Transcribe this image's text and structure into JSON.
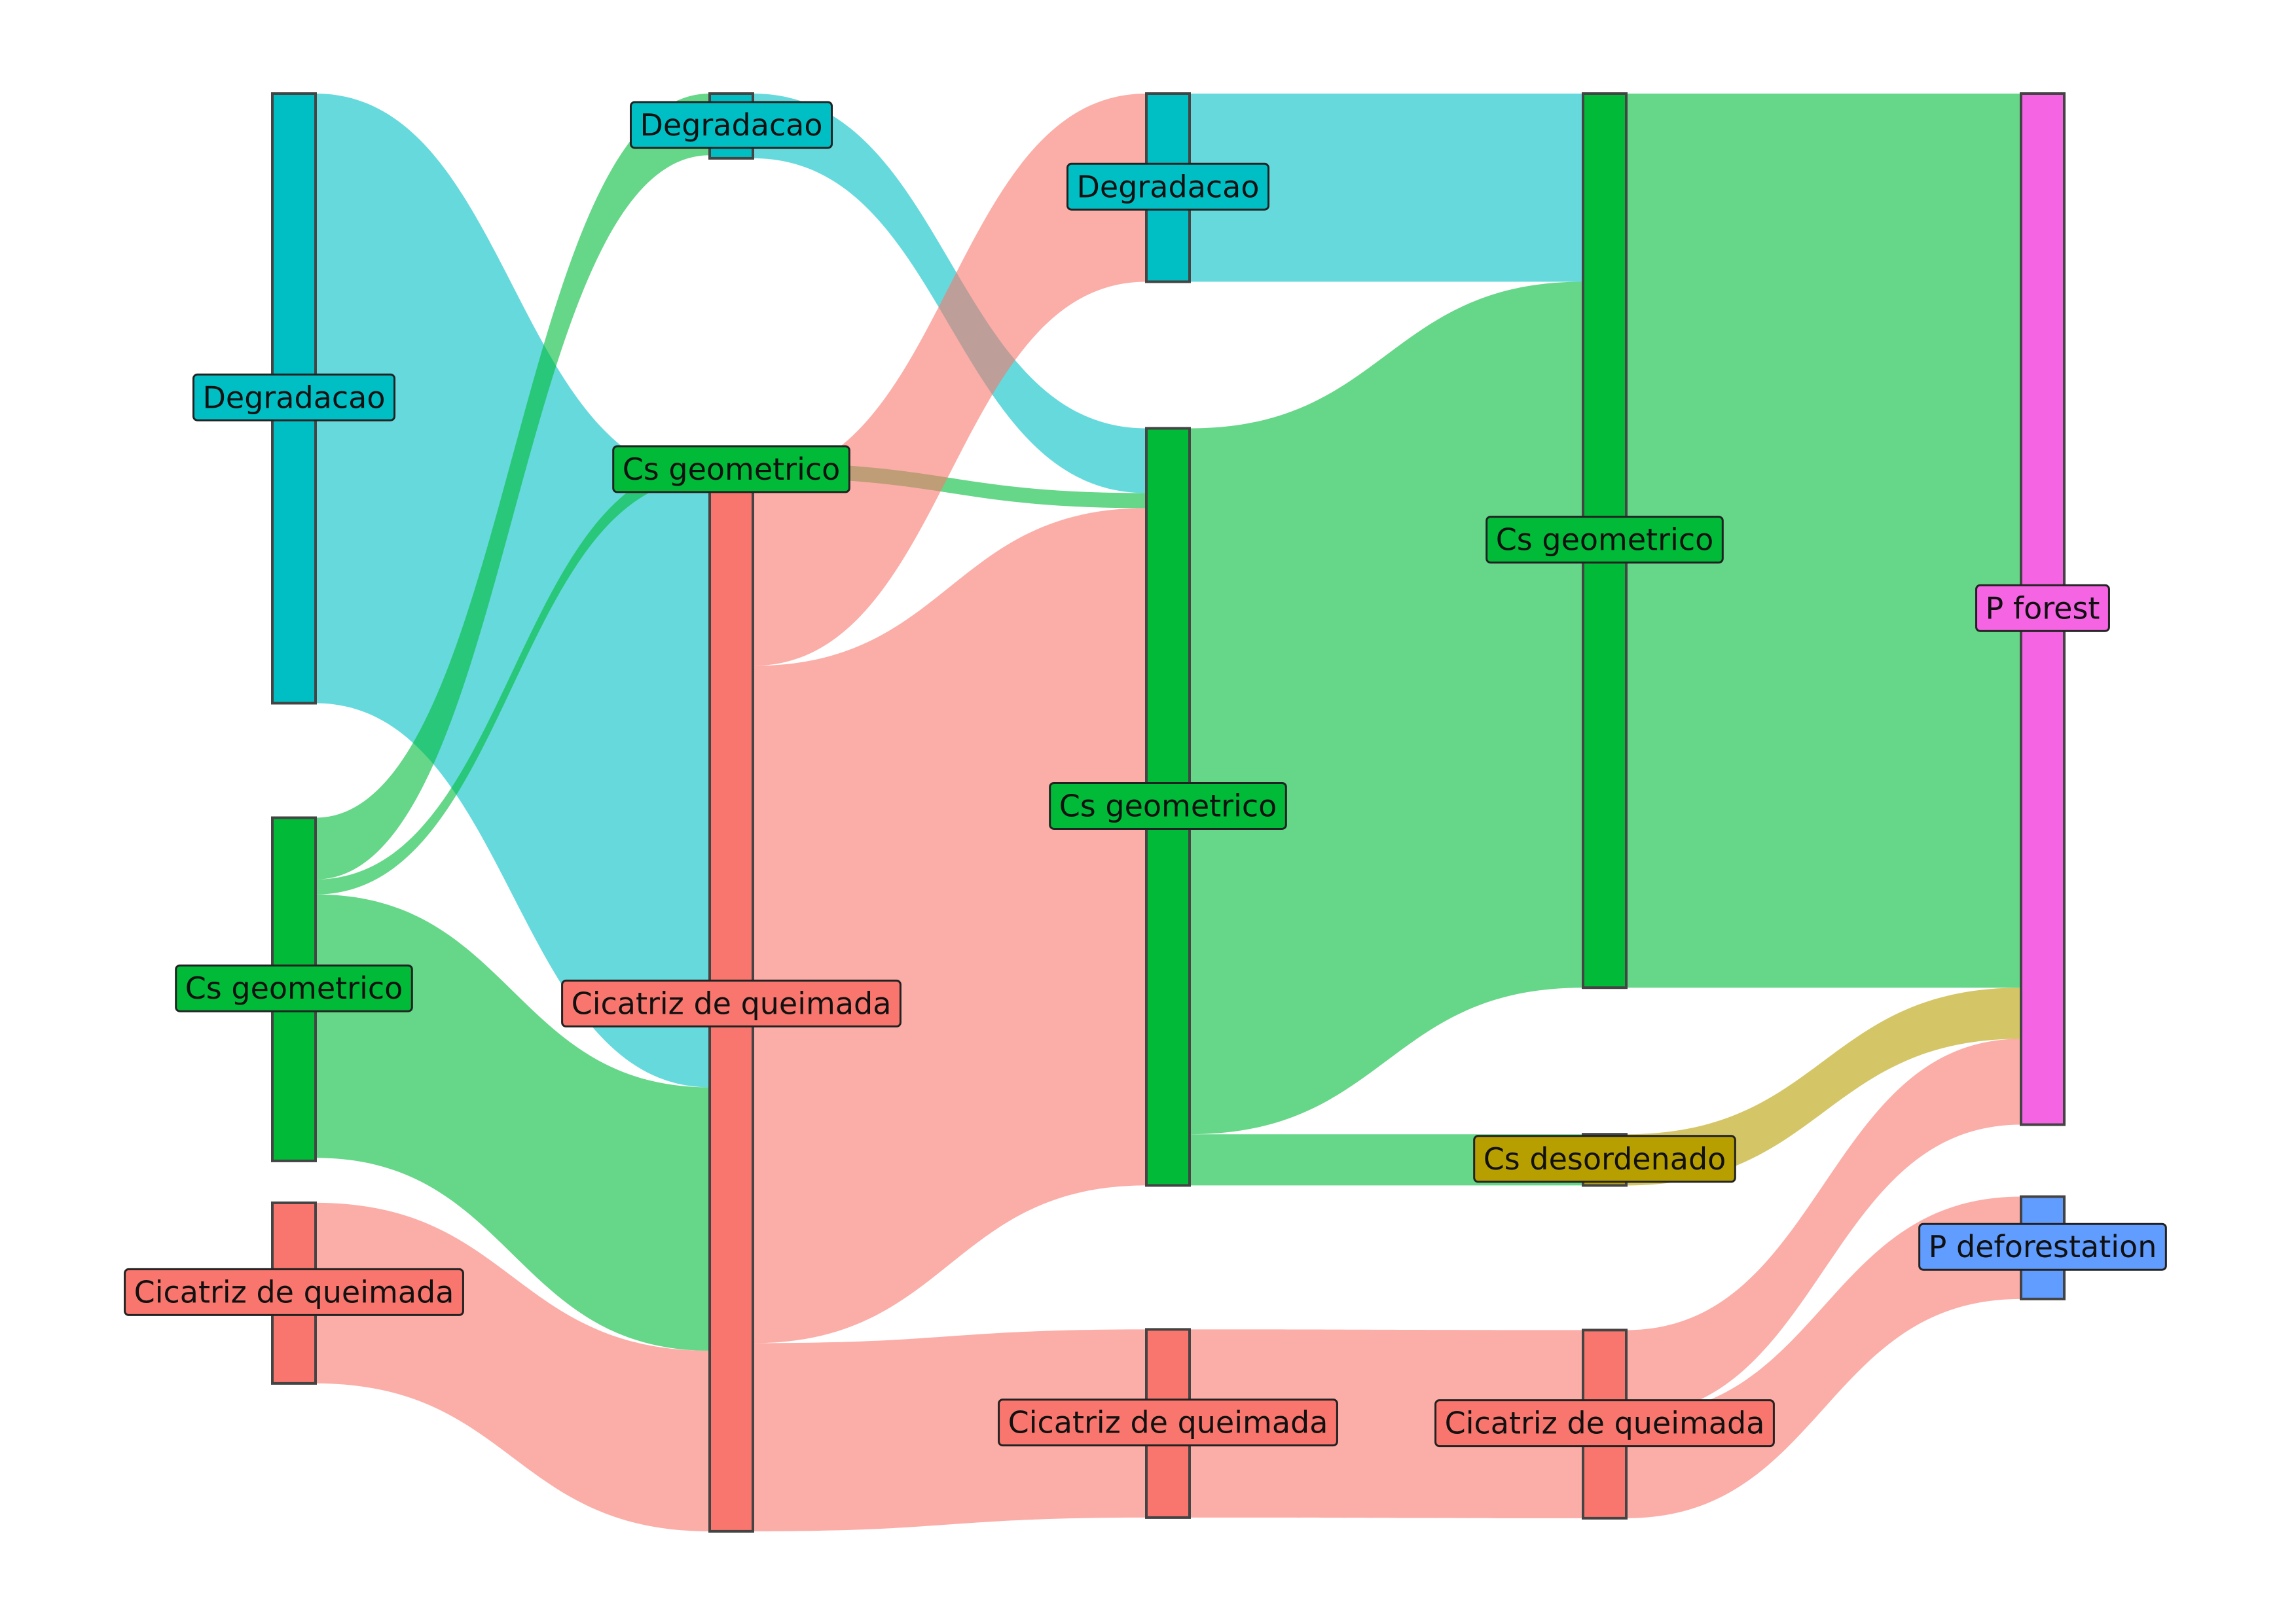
{
  "colors": {
    "Degradacao": "#00BFC4",
    "Cs geometrico": "#00BA38",
    "Cicatriz de queimada": "#F8766D",
    "Cs desordenado": "#B79F00",
    "P forest": "#F564E3",
    "P deforestation": "#619CFF"
  },
  "stages": [
    {
      "nodes": [
        {
          "id": "s0_deg",
          "label": "Degradacao",
          "class": "Degradacao",
          "value": 405
        },
        {
          "id": "s0_csg",
          "label": "Cs geometrico",
          "class": "Cs geometrico",
          "value": 228
        },
        {
          "id": "s0_cq",
          "label": "Cicatriz de queimada",
          "class": "Cicatriz de queimada",
          "value": 120
        }
      ]
    },
    {
      "nodes": [
        {
          "id": "s1_deg",
          "label": "Degradacao",
          "class": "Degradacao",
          "value": 43
        },
        {
          "id": "s1_csg",
          "label": "Cs geometrico",
          "class": "Cs geometrico",
          "value": 10
        },
        {
          "id": "s1_cq",
          "label": "Cicatriz de queimada",
          "class": "Cicatriz de queimada",
          "value": 700
        }
      ]
    },
    {
      "nodes": [
        {
          "id": "s2_deg",
          "label": "Degradacao",
          "class": "Degradacao",
          "value": 125
        },
        {
          "id": "s2_csg",
          "label": "Cs geometrico",
          "class": "Cs geometrico",
          "value": 503
        },
        {
          "id": "s2_cq",
          "label": "Cicatriz de queimada",
          "class": "Cicatriz de queimada",
          "value": 125
        }
      ]
    },
    {
      "nodes": [
        {
          "id": "s3_csg",
          "label": "Cs geometrico",
          "class": "Cs geometrico",
          "value": 594
        },
        {
          "id": "s3_csd",
          "label": "Cs desordenado",
          "class": "Cs desordenado",
          "value": 34
        },
        {
          "id": "s3_cq",
          "label": "Cicatriz de queimada",
          "class": "Cicatriz de queimada",
          "value": 125
        }
      ]
    },
    {
      "nodes": [
        {
          "id": "s4_pf",
          "label": "P forest",
          "class": "P forest",
          "value": 685
        },
        {
          "id": "s4_pd",
          "label": "P deforestation",
          "class": "P deforestation",
          "value": 68
        }
      ]
    }
  ],
  "links": [
    {
      "source": "s0_deg",
      "target": "s1_cq",
      "value": 405,
      "class": "Degradacao"
    },
    {
      "source": "s0_csg",
      "target": "s1_deg",
      "value": 41,
      "class": "Cs geometrico"
    },
    {
      "source": "s0_csg",
      "target": "s1_csg",
      "value": 10,
      "class": "Cs geometrico"
    },
    {
      "source": "s0_csg",
      "target": "s1_cq",
      "value": 175,
      "class": "Cs geometrico"
    },
    {
      "source": "s0_cq",
      "target": "s1_cq",
      "value": 120,
      "class": "Cicatriz de queimada"
    },
    {
      "source": "s1_deg",
      "target": "s2_csg",
      "value": 43,
      "class": "Degradacao"
    },
    {
      "source": "s1_csg",
      "target": "s2_csg",
      "value": 10,
      "class": "Cs geometrico"
    },
    {
      "source": "s1_cq",
      "target": "s2_deg",
      "value": 125,
      "class": "Cicatriz de queimada"
    },
    {
      "source": "s1_cq",
      "target": "s2_csg",
      "value": 450,
      "class": "Cicatriz de queimada"
    },
    {
      "source": "s1_cq",
      "target": "s2_cq",
      "value": 125,
      "class": "Cicatriz de queimada"
    },
    {
      "source": "s2_deg",
      "target": "s3_csg",
      "value": 125,
      "class": "Degradacao"
    },
    {
      "source": "s2_csg",
      "target": "s3_csg",
      "value": 469,
      "class": "Cs geometrico"
    },
    {
      "source": "s2_csg",
      "target": "s3_csd",
      "value": 34,
      "class": "Cs geometrico"
    },
    {
      "source": "s2_cq",
      "target": "s3_cq",
      "value": 125,
      "class": "Cicatriz de queimada"
    },
    {
      "source": "s3_csg",
      "target": "s4_pf",
      "value": 594,
      "class": "Cs geometrico"
    },
    {
      "source": "s3_csd",
      "target": "s4_pf",
      "value": 34,
      "class": "Cs desordenado"
    },
    {
      "source": "s3_cq",
      "target": "s4_pf",
      "value": 57,
      "class": "Cicatriz de queimada"
    },
    {
      "source": "s3_cq",
      "target": "s4_pd",
      "value": 68,
      "class": "Cicatriz de queimada"
    }
  ]
}
